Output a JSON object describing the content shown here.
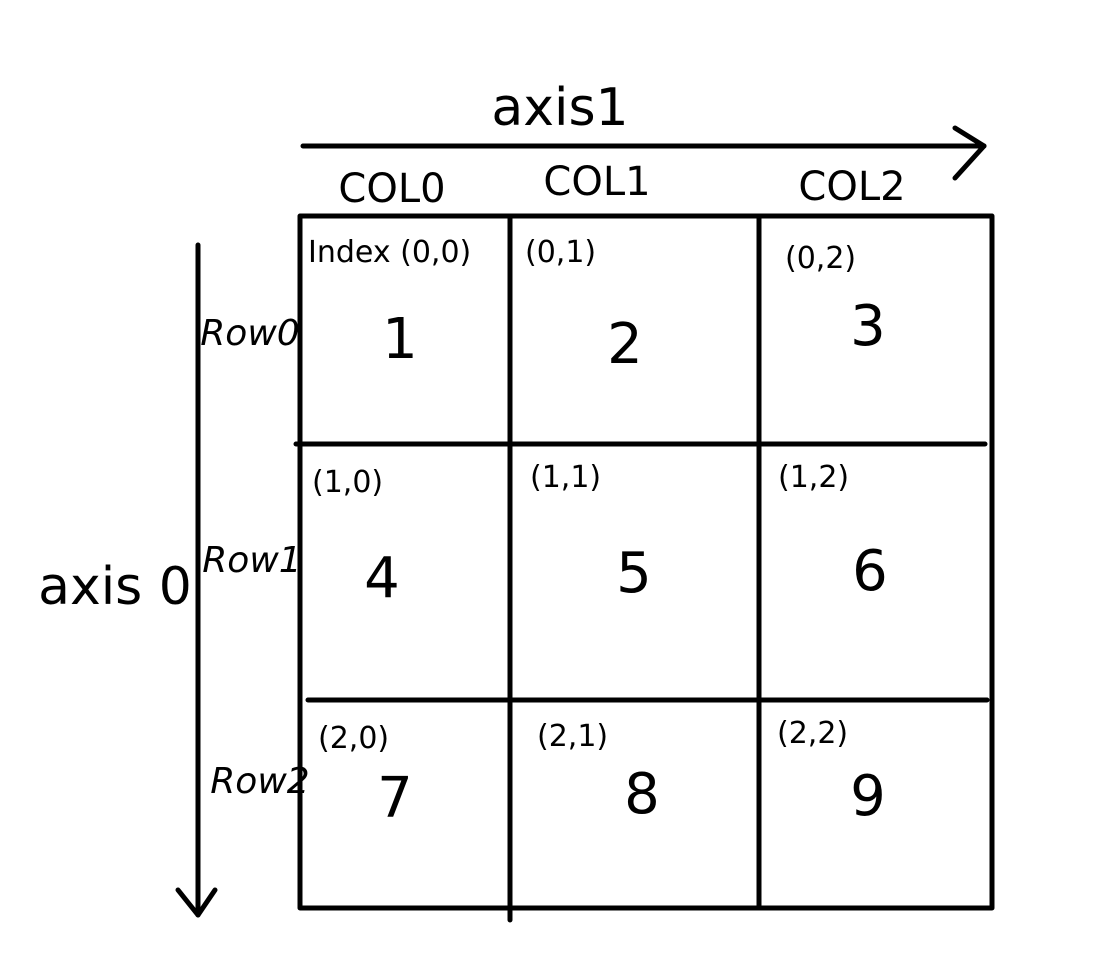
{
  "axis1": {
    "label": "axis1"
  },
  "axis0": {
    "label": "axis 0"
  },
  "columns": [
    "COL0",
    "COL1",
    "COL2"
  ],
  "rows": [
    "Row0",
    "Row1",
    "Row2"
  ],
  "cells": [
    [
      {
        "index": "Index (0,0)",
        "value": "1"
      },
      {
        "index": "(0,1)",
        "value": "2"
      },
      {
        "index": "(0,2)",
        "value": "3"
      }
    ],
    [
      {
        "index": "(1,0)",
        "value": "4"
      },
      {
        "index": "(1,1)",
        "value": "5"
      },
      {
        "index": "(1,2)",
        "value": "6"
      }
    ],
    [
      {
        "index": "(2,0)",
        "value": "7"
      },
      {
        "index": "(2,1)",
        "value": "8"
      },
      {
        "index": "(2,2)",
        "value": "9"
      }
    ]
  ]
}
